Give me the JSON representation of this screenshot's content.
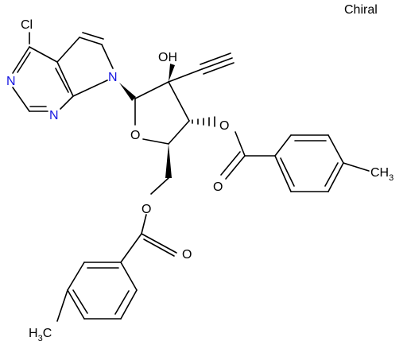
{
  "flag": "Chiral",
  "atoms": {
    "cl": "Cl",
    "n1": "N",
    "n3": "N",
    "n7": "N",
    "oh": "OH",
    "ring_o": "O",
    "ester1_o": "O",
    "ester1_carbonyl_o": "O",
    "ester2_o": "O",
    "ester2_carbonyl_o": "O",
    "methyl1": "CH",
    "methyl1_sub": "3",
    "methyl2_h": "H",
    "methyl2_sub": "3",
    "methyl2_c": "C"
  },
  "colors": {
    "bond": "#000000",
    "nitrogen": "#1515e0",
    "label": "#000000"
  }
}
